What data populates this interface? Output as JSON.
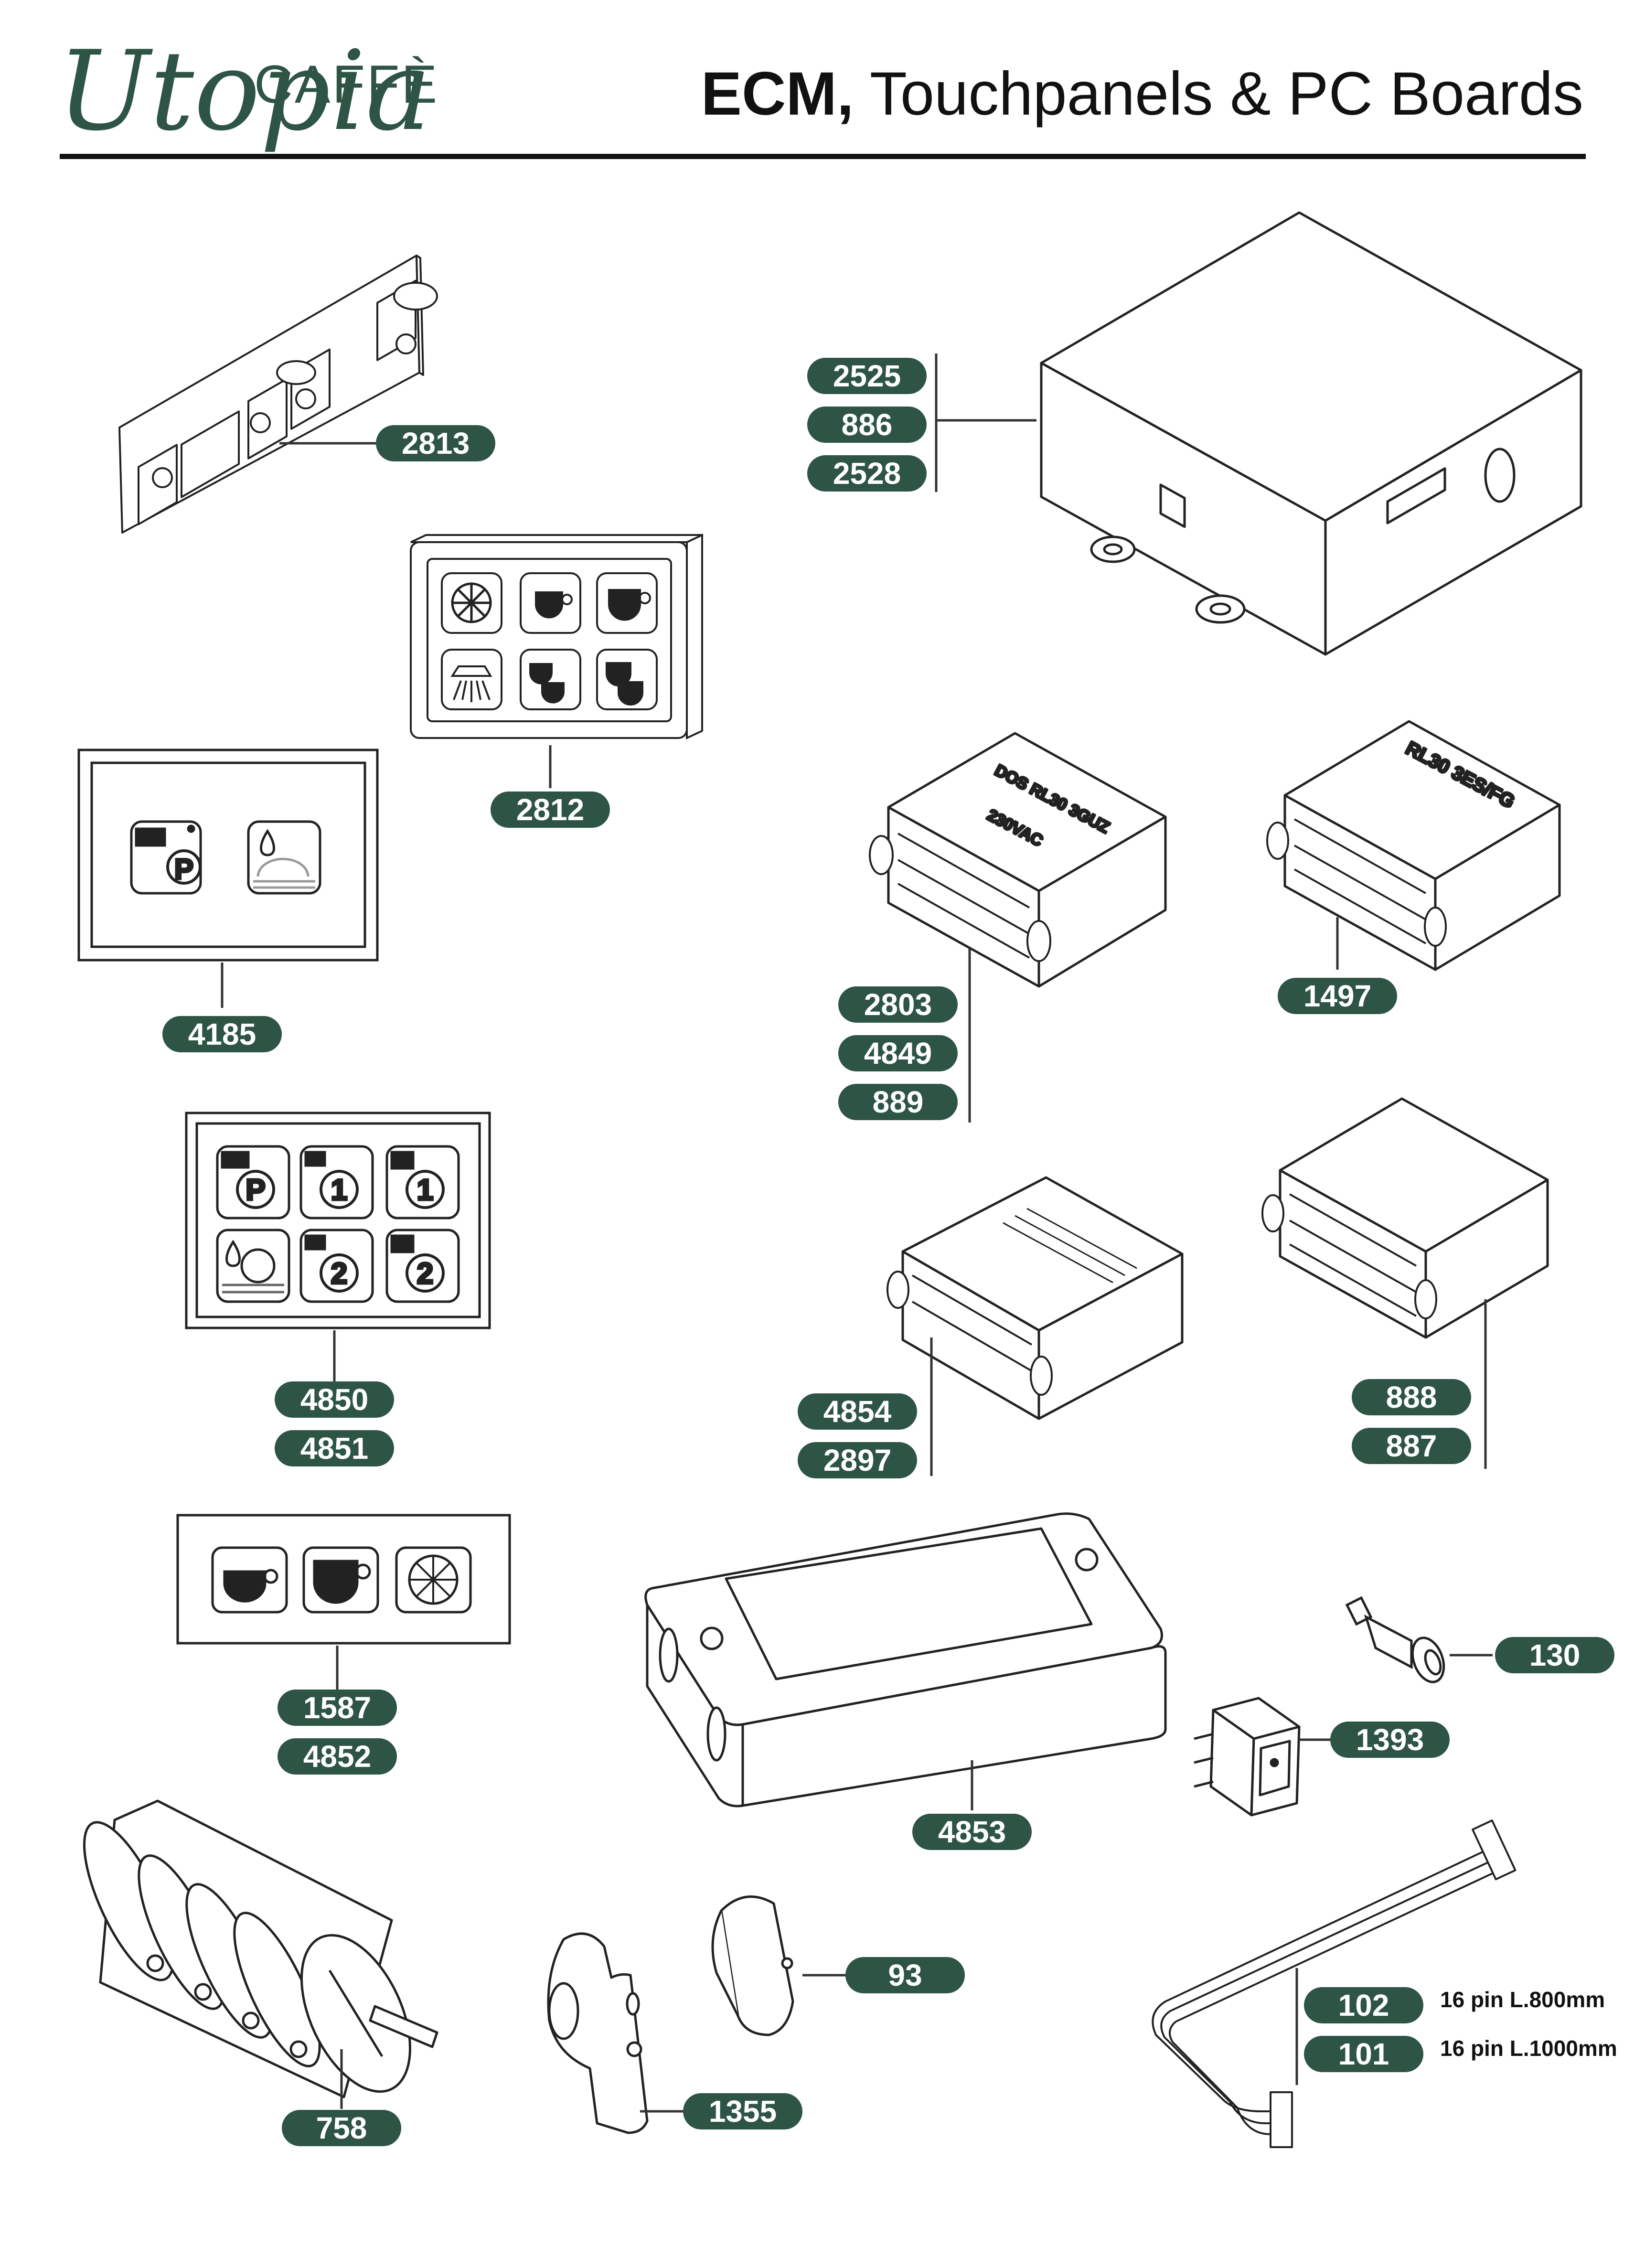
{
  "header": {
    "brand_script": "Utopia",
    "brand_word": "CAFFÈ",
    "title_bold": "ECM,",
    "title_rest": " Touchpanels & PC Boards"
  },
  "colors": {
    "brand_green": "#2e5446",
    "rule": "#111111",
    "line": "#333333"
  },
  "parts": {
    "p2813": {
      "codes": [
        "2813"
      ]
    },
    "p2812": {
      "codes": [
        "2812"
      ],
      "icons": [
        "snowflake-icon",
        "single-cup-icon",
        "large-cup-icon",
        "steam-icon",
        "double-cup-icon",
        "double-large-cup-icon"
      ]
    },
    "p2525": {
      "codes": [
        "2525",
        "886",
        "2528"
      ]
    },
    "p4185": {
      "codes": [
        "4185"
      ],
      "icons": [
        "program-icon",
        "hot-water-icon"
      ]
    },
    "p2803": {
      "codes": [
        "2803",
        "4849",
        "889"
      ],
      "label_lines": [
        "DOS RL30 3GUZ",
        "230VAC"
      ]
    },
    "p1497": {
      "codes": [
        "1497"
      ],
      "label_lines": [
        "RL30 3ES/FG"
      ]
    },
    "p4850": {
      "codes": [
        "4850",
        "4851"
      ],
      "keys": [
        "P",
        "1",
        "1",
        "",
        "2",
        "2"
      ]
    },
    "p4854": {
      "codes": [
        "4854",
        "2897"
      ]
    },
    "p888": {
      "codes": [
        "888",
        "887"
      ]
    },
    "p1587": {
      "codes": [
        "1587",
        "4852"
      ],
      "icons": [
        "small-cup-icon",
        "large-cup-icon",
        "wheel-icon"
      ]
    },
    "p4853": {
      "codes": [
        "4853"
      ]
    },
    "p130": {
      "codes": [
        "130"
      ]
    },
    "p1393": {
      "codes": [
        "1393"
      ]
    },
    "p758": {
      "codes": [
        "758"
      ]
    },
    "p93": {
      "codes": [
        "93"
      ]
    },
    "p1355": {
      "codes": [
        "1355"
      ]
    },
    "p102": {
      "codes": [
        "102",
        "101"
      ],
      "notes": [
        "16 pin L.800mm",
        "16 pin L.1000mm"
      ]
    }
  }
}
